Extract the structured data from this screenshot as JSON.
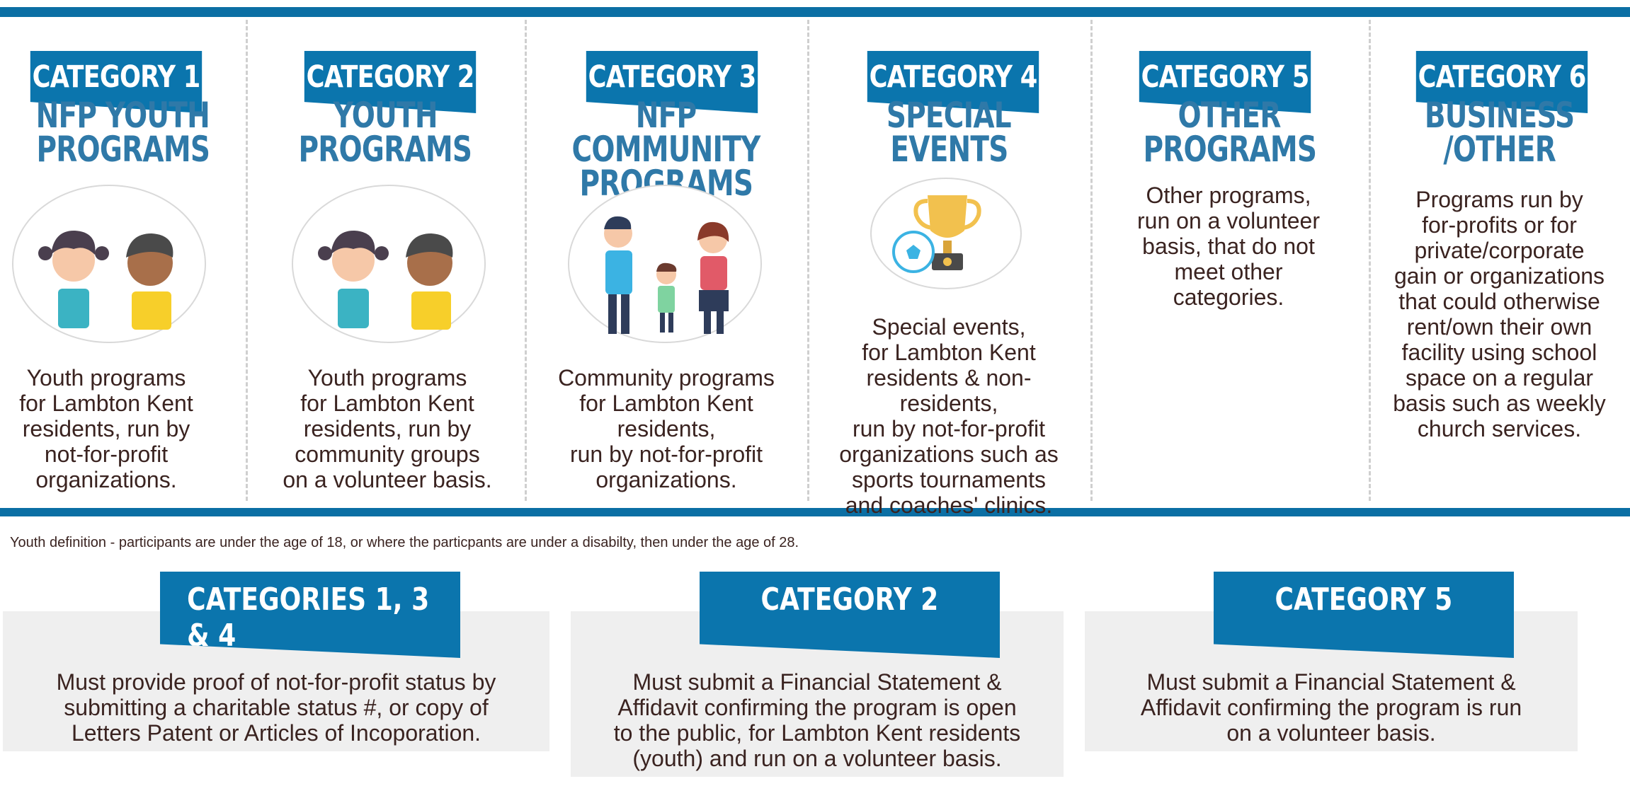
{
  "categories": [
    {
      "tag": "CATEGORY 1",
      "title1": "NFP YOUTH",
      "title2": "PROGRAMS",
      "desc": [
        "Youth programs",
        "for Lambton Kent",
        "residents, run by",
        "not-for-profit",
        "organizations."
      ],
      "image": "two-children-icon"
    },
    {
      "tag": "CATEGORY 2",
      "title1": "YOUTH",
      "title2": "PROGRAMS",
      "desc": [
        "Youth programs",
        "for Lambton Kent",
        "residents, run by",
        "community groups",
        "on a volunteer basis."
      ],
      "image": "two-children-icon"
    },
    {
      "tag": "CATEGORY 3",
      "title1": "NFP COMMUNITY",
      "title2": "PROGRAMS",
      "desc": [
        "Community programs",
        "for Lambton Kent",
        "residents,",
        "run by not-for-profit",
        "organizations."
      ],
      "image": "family-icon"
    },
    {
      "tag": "CATEGORY 4",
      "title1": "SPECIAL",
      "title2": "EVENTS",
      "desc": [
        "Special events,",
        "for Lambton Kent",
        "residents & non-",
        "residents,",
        "run by not-for-profit",
        "organizations such as",
        "sports tournaments",
        "and coaches' clinics."
      ],
      "image": "trophy-soccer-ball-icon"
    },
    {
      "tag": "CATEGORY 5",
      "title1": "OTHER",
      "title2": "PROGRAMS",
      "desc": [
        "Other programs,",
        "run on a volunteer",
        "basis, that do not",
        "meet other",
        "categories."
      ]
    },
    {
      "tag": "CATEGORY 6",
      "title1": "BUSINESS",
      "title2": "/OTHER",
      "desc": [
        "Programs run by",
        "for-profits or for",
        "private/corporate",
        "gain or organizations",
        "that could otherwise",
        "rent/own their own",
        "facility using school",
        "space on a regular",
        "basis such as weekly",
        "church services."
      ]
    }
  ],
  "youth_note": "Youth definition - participants are under the age of 18, or where the particpants are under a disabilty, then under the age of 28.",
  "requirements": [
    {
      "tag": "CATEGORIES 1, 3 & 4",
      "desc": [
        "Must provide proof of not-for-profit status by",
        "submitting a charitable status #, or copy of",
        "Letters Patent or Articles of Incoporation."
      ]
    },
    {
      "tag": "CATEGORY 2",
      "desc": [
        "Must submit a Financial Statement &",
        "Affidavit confirming the program is open",
        "to the public, for Lambton Kent residents",
        "(youth) and run on a volunteer basis."
      ]
    },
    {
      "tag": "CATEGORY 5",
      "desc": [
        "Must submit a Financial Statement &",
        "Affidavit confirming the program is run",
        "on a volunteer basis."
      ]
    }
  ],
  "colors": {
    "brand_blue": "#0b75ad",
    "title_blue": "#2f79a8",
    "text": "#3a2320",
    "panel": "#efefef"
  }
}
